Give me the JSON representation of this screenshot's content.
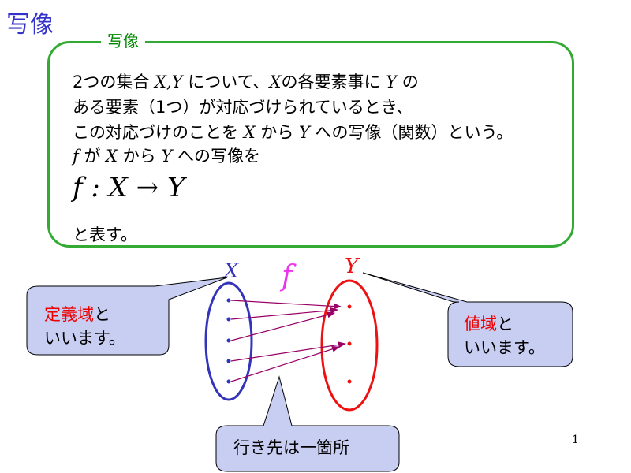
{
  "title": "写像",
  "box": {
    "label": "写像",
    "line1": {
      "a": "2つの集合 ",
      "m1": "X,Y",
      "b": " について、",
      "m2": "X",
      "c": "の各要素事に ",
      "m3": "Y",
      "d": " の"
    },
    "line2": "ある要素（1つ）が対応づけられているとき、",
    "line3": {
      "a": "この対応づけのことを ",
      "m1": "X",
      "b": " から ",
      "m2": "Y",
      "c": " への写像（関数）という。"
    },
    "line4": {
      "m1": "f",
      "a": " が ",
      "m2": "X",
      "b": " から ",
      "m3": "Y",
      "c": " への写像を"
    },
    "formula": "f : X → Y",
    "line6": "と表す。"
  },
  "diagram": {
    "set_x_label": "X",
    "set_y_label": "Y",
    "map_label": "f",
    "colors": {
      "domain": "#3333bb",
      "codomain": "#ee1111",
      "arrow": "#990066",
      "map_label": "#ee33ee",
      "callout_fill": "#c8cdf2"
    }
  },
  "callouts": {
    "domain": {
      "highlight": "定義域",
      "rest1": "と",
      "line2": "いいます。"
    },
    "codomain": {
      "highlight": "値域",
      "rest1": "と",
      "line2": "いいます。"
    },
    "target": {
      "text": "行き先は一箇所"
    }
  },
  "page_number": "1"
}
